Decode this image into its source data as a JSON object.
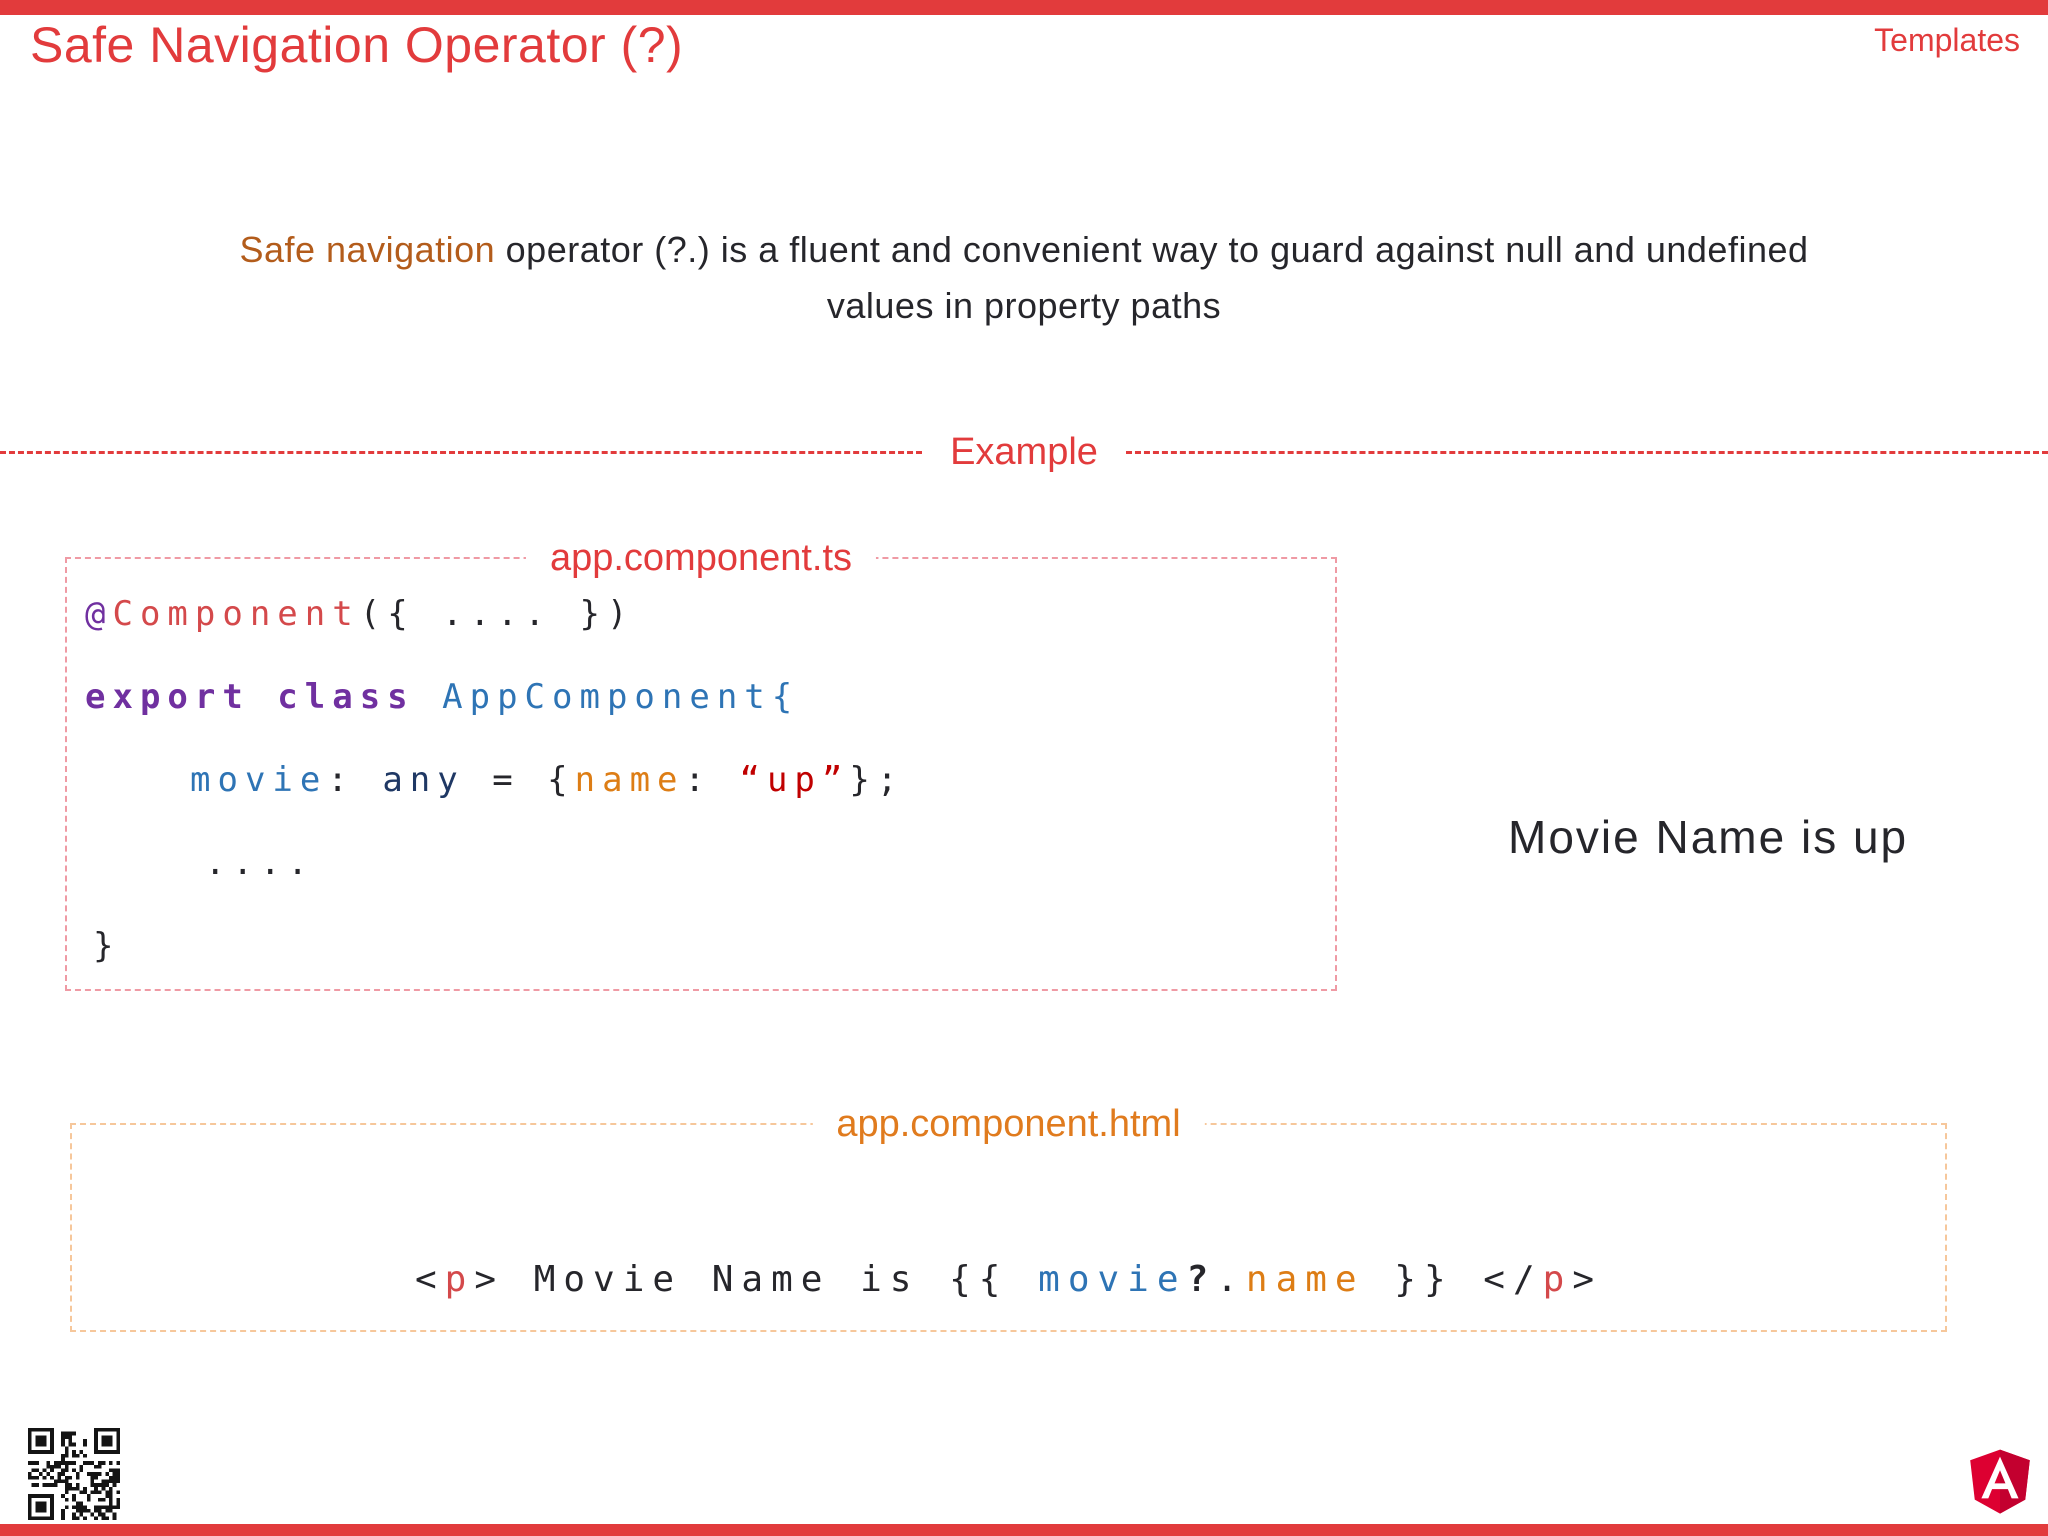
{
  "slide": {
    "title": "Safe Navigation Operator (?)",
    "corner_label": "Templates",
    "description": {
      "highlight": "Safe navigation",
      "rest": " operator (?.) is a fluent and convenient way to guard against null and undefined",
      "line2": "values in property paths"
    },
    "divider_label": "Example",
    "ts_box": {
      "label": "app.component.ts",
      "lines": [
        {
          "indent": 0,
          "tokens": [
            {
              "t": "@",
              "c": "purple"
            },
            {
              "t": "Component",
              "c": "red"
            },
            {
              "t": "({ .... })",
              "c": "dark"
            }
          ]
        },
        {
          "indent": 0,
          "tokens": [
            {
              "t": "export class",
              "c": "kw"
            },
            {
              "t": " ",
              "c": "dark"
            },
            {
              "t": "AppComponent{",
              "c": "blue"
            }
          ]
        },
        {
          "indent": 105,
          "tokens": [
            {
              "t": "movie",
              "c": "blue"
            },
            {
              "t": ": ",
              "c": "dark"
            },
            {
              "t": "any",
              "c": "navy"
            },
            {
              "t": " = {",
              "c": "dark"
            },
            {
              "t": "name",
              "c": "orange"
            },
            {
              "t": ": ",
              "c": "dark"
            },
            {
              "t": "“up”",
              "c": "darkred"
            },
            {
              "t": "};",
              "c": "dark"
            }
          ]
        },
        {
          "indent": 120,
          "tokens": [
            {
              "t": "....",
              "c": "dark"
            }
          ]
        },
        {
          "indent": 8,
          "tokens": [
            {
              "t": "}",
              "c": "dark"
            }
          ]
        }
      ]
    },
    "output_text": "Movie Name is up",
    "html_box": {
      "label": "app.component.html",
      "lines": [
        {
          "indent": 0,
          "tokens": [
            {
              "t": "<",
              "c": "dark"
            },
            {
              "t": "p",
              "c": "red"
            },
            {
              "t": "> Movie Name is {{ ",
              "c": "dark"
            },
            {
              "t": "movie",
              "c": "blue"
            },
            {
              "t": "?",
              "c": "darkbold"
            },
            {
              "t": ".",
              "c": "dark"
            },
            {
              "t": "name",
              "c": "orange"
            },
            {
              "t": " }} </",
              "c": "dark"
            },
            {
              "t": "p",
              "c": "red"
            },
            {
              "t": ">",
              "c": "dark"
            }
          ]
        }
      ]
    },
    "icons": {
      "qr": "qr-code",
      "logo": "angular-logo"
    },
    "colors": {
      "accent_red": "#e23b3c",
      "highlight_brown": "#b35c1b",
      "label_orange": "#e07b1e",
      "ts_border_pink": "#ef9aa4",
      "html_border_peach": "#f6c79b",
      "code_purple": "#7030a0",
      "code_blue": "#2e74b5",
      "code_navy": "#1f3864",
      "code_orange": "#dd7d15",
      "code_string_red": "#c00000",
      "text_dark": "#26262b",
      "logo_red": "#dd0031",
      "logo_dark_red": "#c3002f"
    }
  }
}
